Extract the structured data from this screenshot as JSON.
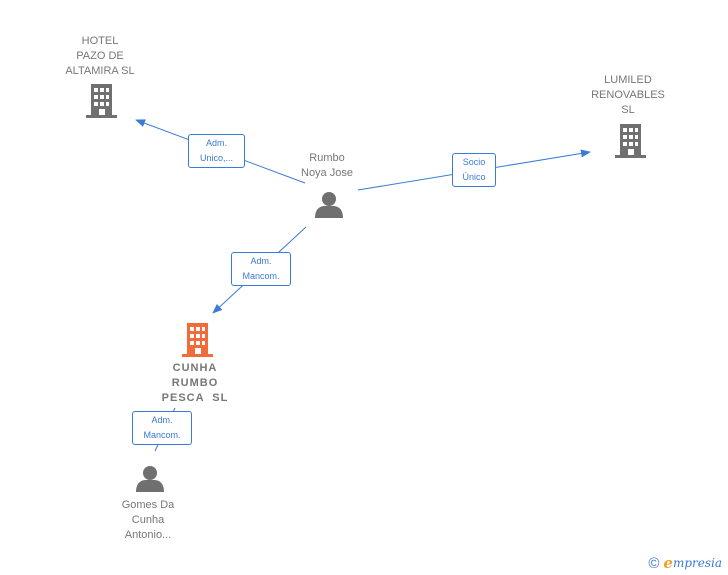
{
  "colors": {
    "accent": "#3a7bd5",
    "company": "#707070",
    "company_main": "#f26b3a",
    "person": "#707070",
    "text": "#777777",
    "brand_e": "#f0a030"
  },
  "nodes": {
    "hotel": {
      "type": "company",
      "label": [
        "HOTEL",
        "PAZO DE",
        "ALTAMIRA SL"
      ]
    },
    "lumiled": {
      "type": "company",
      "label": [
        "LUMILED",
        "RENOVABLES",
        "SL"
      ]
    },
    "rumbo": {
      "type": "person",
      "label": [
        "Rumbo",
        "Noya Jose"
      ]
    },
    "cunha": {
      "type": "company-main",
      "label": [
        "CUNHA",
        "RUMBO",
        "PESCA  SL"
      ]
    },
    "gomes": {
      "type": "person",
      "label": [
        "Gomes Da",
        "Cunha",
        "Antonio..."
      ]
    }
  },
  "edges": {
    "rumbo_hotel": {
      "label": [
        "Adm.",
        "Unico,..."
      ]
    },
    "rumbo_lumiled": {
      "label": [
        "Socio",
        "Único"
      ]
    },
    "rumbo_cunha": {
      "label": [
        "Adm.",
        "Mancom."
      ]
    },
    "gomes_cunha": {
      "label": [
        "Adm.",
        "Mancom."
      ]
    }
  },
  "footer": {
    "copyright_symbol": "©",
    "brand_initial": "e",
    "brand_rest": "mpresia"
  }
}
